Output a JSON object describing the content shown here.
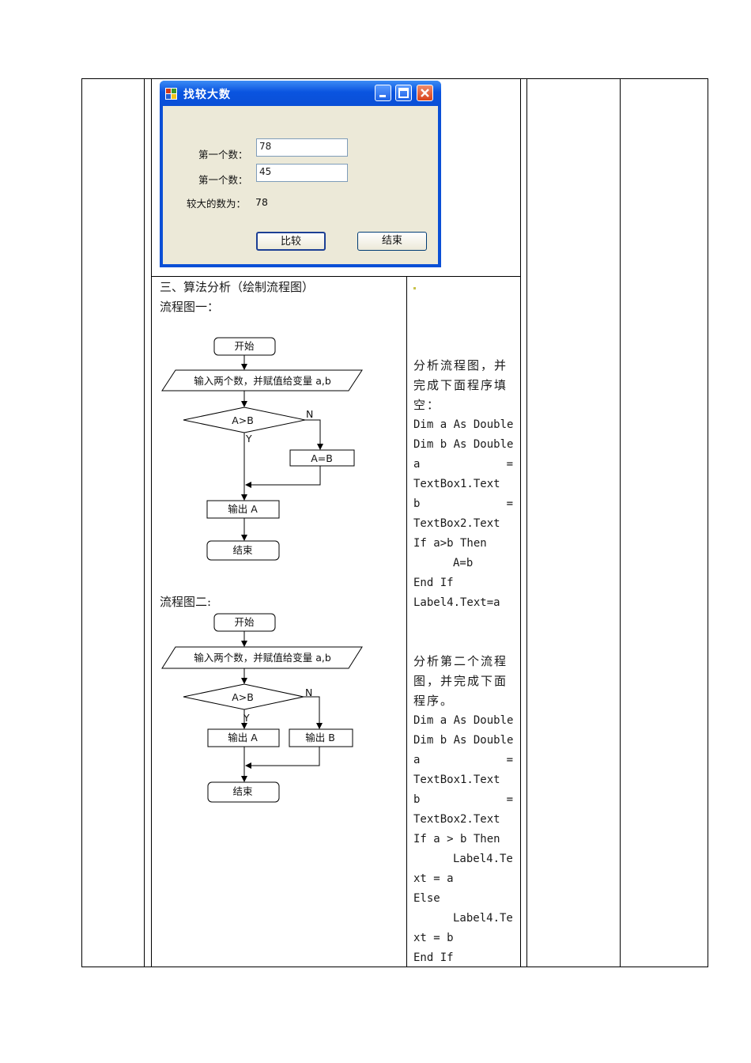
{
  "dialog": {
    "title": "找较大数",
    "label_first": "第一个数：",
    "label_second": "第一个数：",
    "value_first": "78",
    "value_second": "45",
    "result_label": "较大的数为：",
    "result_value": "78",
    "compare_button": "比较",
    "end_button": "结束"
  },
  "section": {
    "heading": "三、算法分析（绘制流程图）",
    "flowchart1_label": "流程图一：",
    "flowchart2_label": "流程图二:"
  },
  "flowchart1": {
    "start": "开始",
    "input": "输入两个数，并赋值给变量 a,b",
    "condition": "A>B",
    "no": "N",
    "yes": "Y",
    "assign": "A=B",
    "output": "输出 A",
    "end": "结束"
  },
  "flowchart2": {
    "start": "开始",
    "input": "输入两个数，并赋值给变量 a,b",
    "condition": "A>B",
    "no": "N",
    "yes": "Y",
    "output_a": "输出 A",
    "output_b": "输出 B",
    "end": "结束"
  },
  "right_col": {
    "instr1": [
      "分析流程图，并",
      "完成下面程序填",
      "空："
    ],
    "code1": {
      "dim_a": "Dim a As Double",
      "dim_b": "Dim b As Double",
      "a_left": "a",
      "a_eq": "=",
      "a_right": "TextBox1.Text",
      "b_left": "b",
      "b_eq": "=",
      "b_right": "TextBox2.Text",
      "if_line": "If a>b Then",
      "assign": "A=b",
      "end_if": "End If",
      "label": "Label4.Text=a"
    },
    "instr2": [
      "分析第二个流程",
      "图，并完成下面",
      "程序。"
    ],
    "code2": {
      "dim_a": "Dim a As Double",
      "dim_b": "Dim b As Double",
      "a_left": "a",
      "a_eq": "=",
      "a_right": "TextBox1.Text",
      "b_left": "b",
      "b_eq": "=",
      "b_right": "TextBox2.Text",
      "if_line": "If a > b Then",
      "then1": "Label4.Te",
      "then2": "xt = a",
      "else": "Else",
      "else1": "Label4.Te",
      "else2": "xt = b",
      "end_if": "End If"
    }
  }
}
